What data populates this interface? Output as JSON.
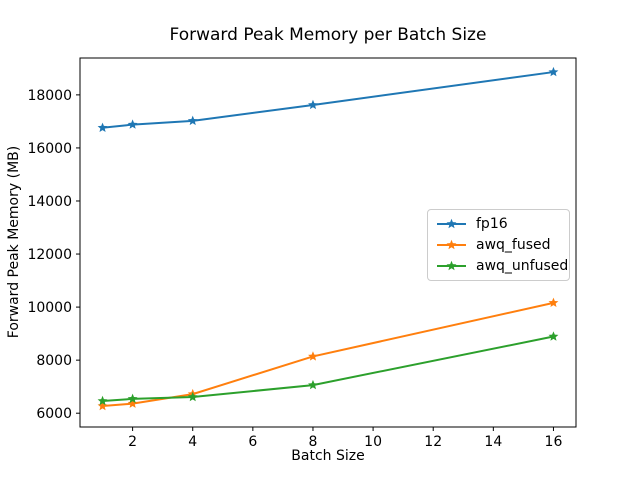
{
  "figure": {
    "background": "#ffffff",
    "text_color": "#000000",
    "spine_color": "#000000"
  },
  "chart_data": {
    "type": "line",
    "title": "Forward Peak Memory per Batch Size",
    "xlabel": "Batch Size",
    "ylabel": "Forward Peak Memory (MB)",
    "x": [
      1,
      2,
      4,
      8,
      16
    ],
    "series": [
      {
        "name": "fp16",
        "color": "#1f77b4",
        "marker": "star",
        "values": [
          16760,
          16880,
          17020,
          17620,
          18860
        ]
      },
      {
        "name": "awq_fused",
        "color": "#ff7f0e",
        "marker": "star",
        "values": [
          6270,
          6360,
          6720,
          8140,
          10160
        ]
      },
      {
        "name": "awq_unfused",
        "color": "#2ca02c",
        "marker": "star",
        "values": [
          6460,
          6540,
          6610,
          7060,
          8890
        ]
      }
    ],
    "xticks": [
      2,
      4,
      6,
      8,
      10,
      12,
      14,
      16
    ],
    "yticks": [
      6000,
      8000,
      10000,
      12000,
      14000,
      16000,
      18000
    ],
    "xlim": [
      0.25,
      16.75
    ],
    "ylim": [
      5480,
      19390
    ],
    "grid": false,
    "legend": {
      "position": "center right",
      "entries": [
        "fp16",
        "awq_fused",
        "awq_unfused"
      ]
    }
  }
}
